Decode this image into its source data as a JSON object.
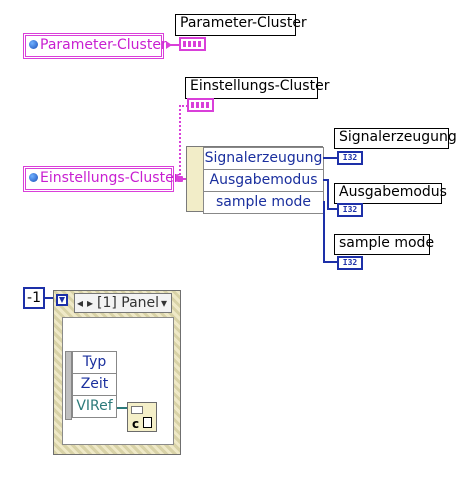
{
  "labels": {
    "parameter_cluster": "Parameter-Cluster",
    "einstellungs_cluster": "Einstellungs-Cluster",
    "signalerzeugung": "Signalerzeugung",
    "ausgabemodus": "Ausgabemodus",
    "sample_mode": "sample mode"
  },
  "local_variables": {
    "parameter": "Parameter-Cluster",
    "einstellungs": "Einstellungs-Cluster"
  },
  "unbundle": {
    "items": [
      "Signalerzeugung",
      "Ausgabemodus",
      "sample mode"
    ]
  },
  "indicator_type": "I32",
  "constant": "-1",
  "sequence": {
    "selector": "[1] Panel",
    "selector_arrow_left": "◂",
    "selector_arrow_right": "▸",
    "selector_dropdown": "▾"
  },
  "property_node": {
    "items": [
      "Typ",
      "Zeit",
      "VIRef"
    ]
  },
  "function_icon": {
    "text": "c",
    "icon": "close-reference-icon"
  },
  "colors": {
    "cluster_wire": "#d93fd9",
    "numeric_wire": "#1d30a8",
    "sequence_frame": "#e3dcb5"
  }
}
